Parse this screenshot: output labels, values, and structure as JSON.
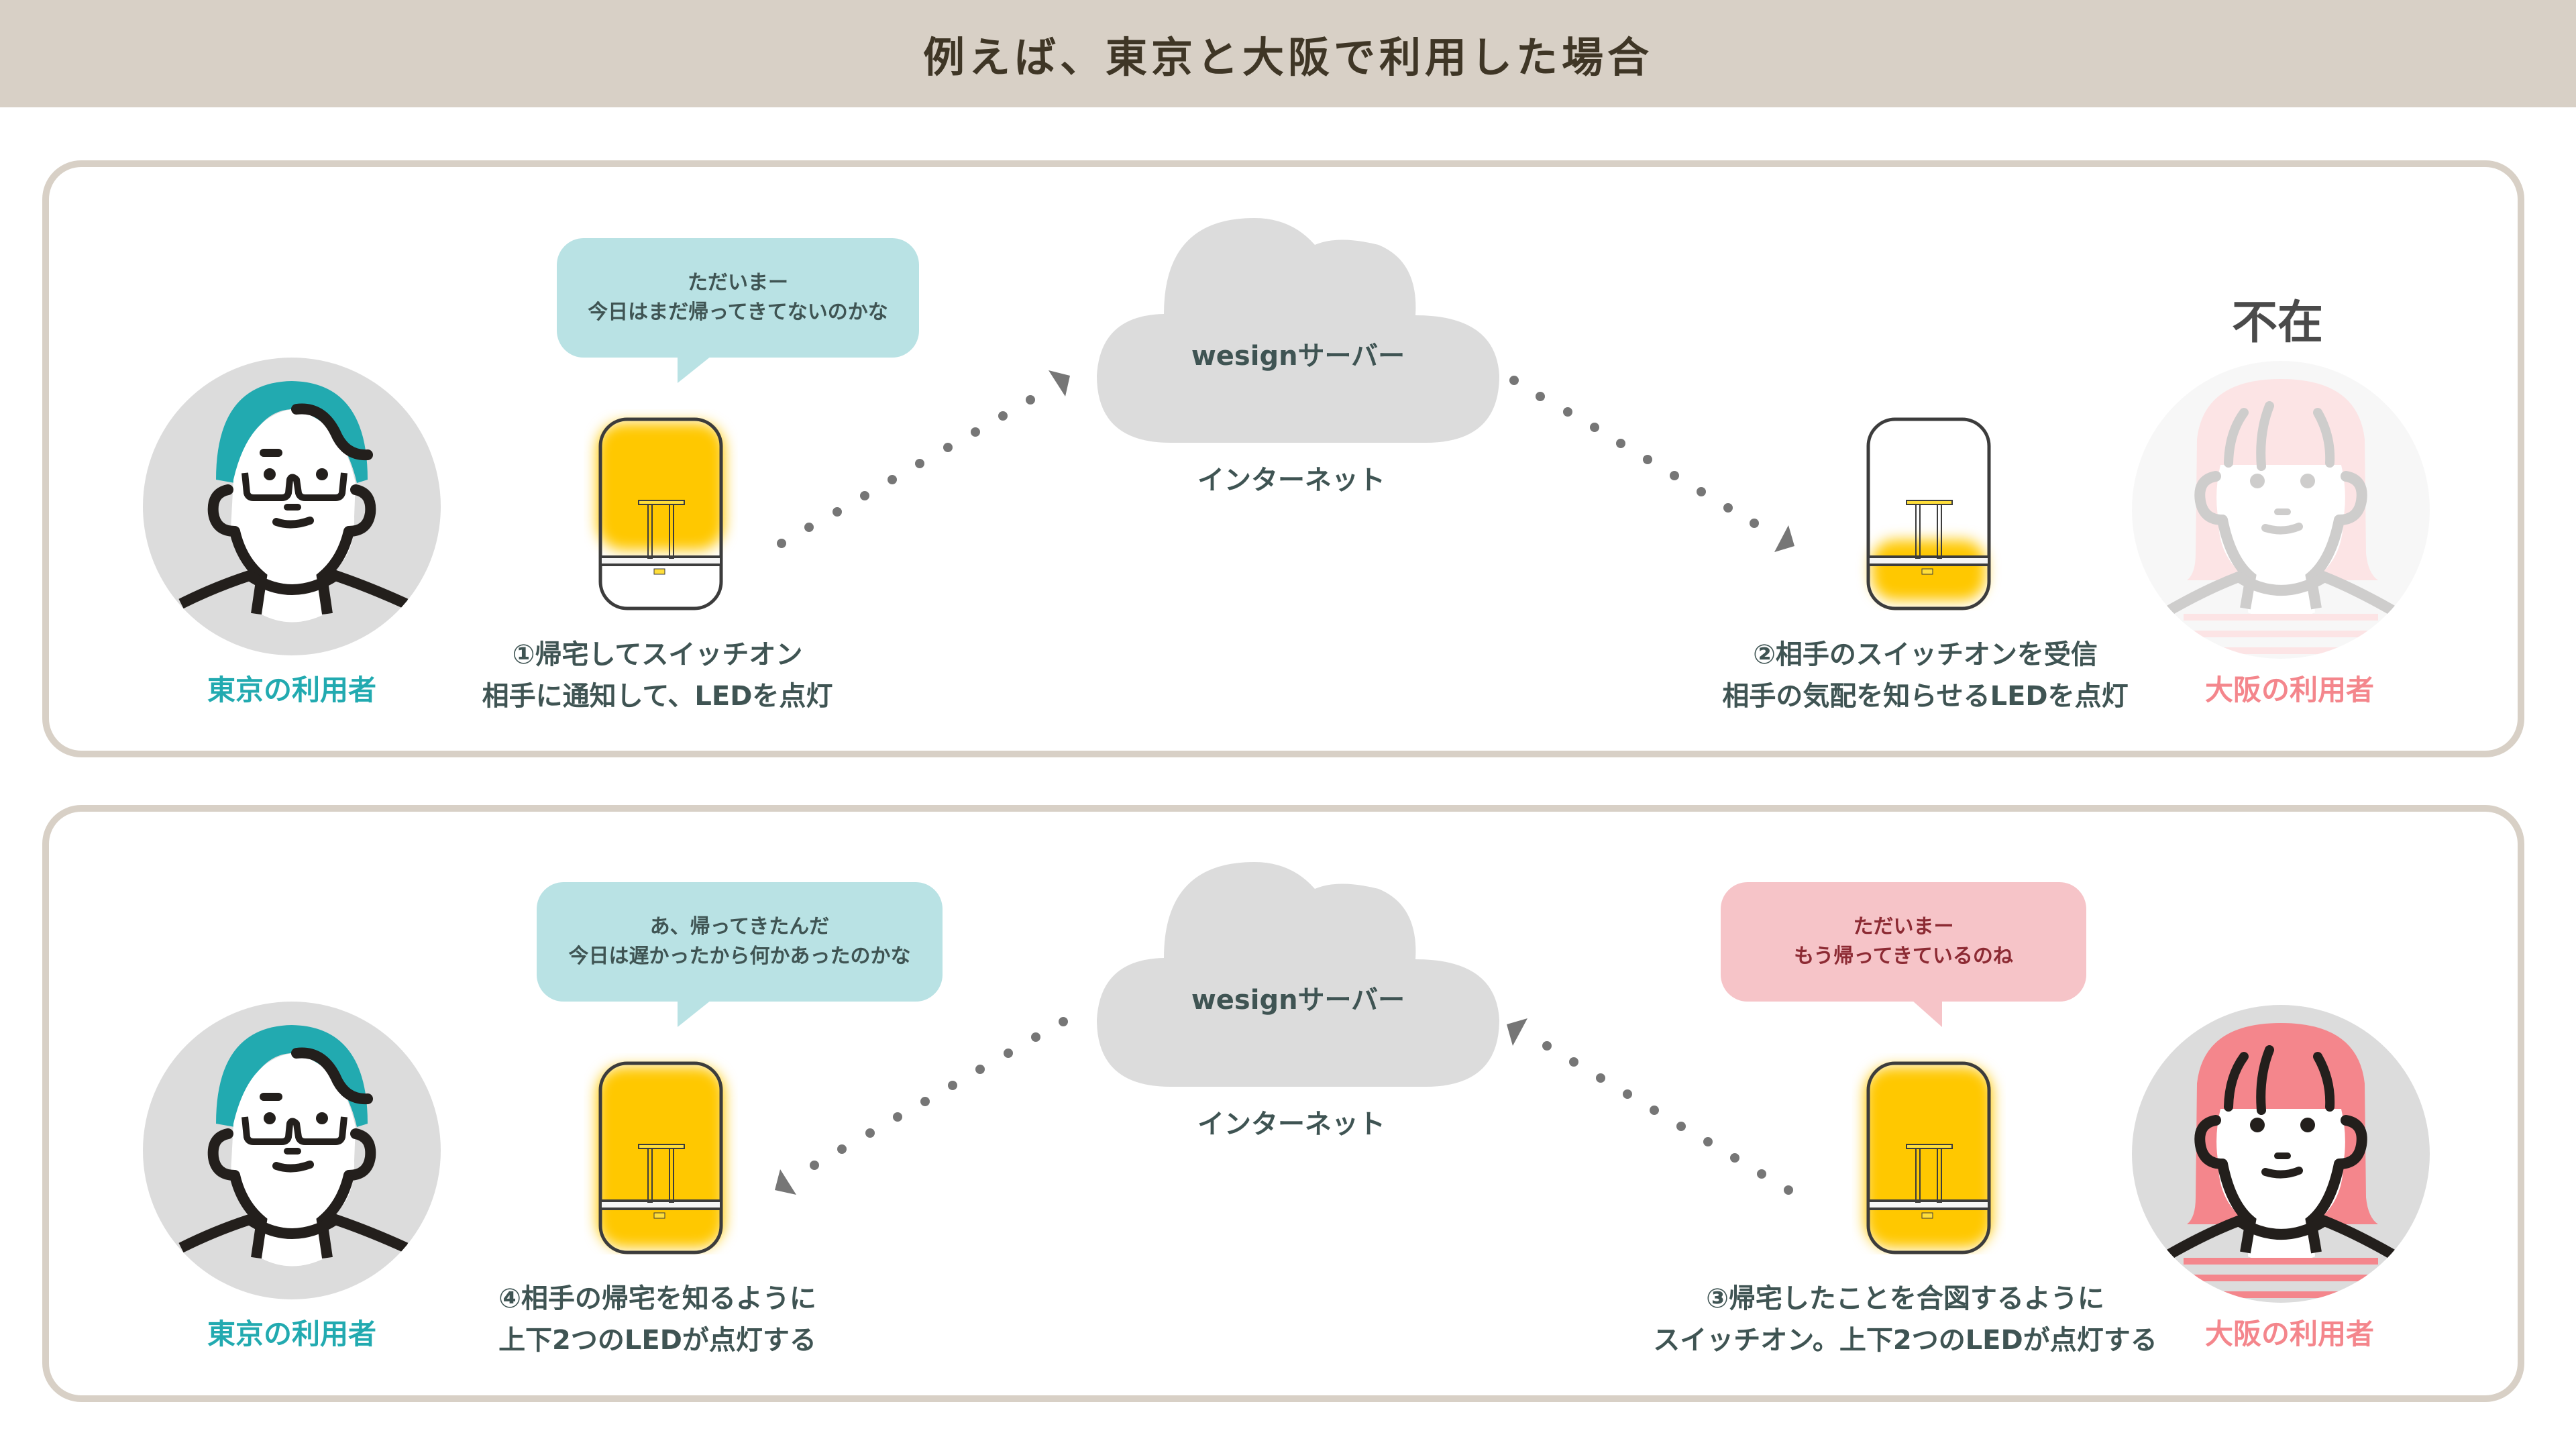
{
  "header": {
    "title": "例えば、東京と大阪で利用した場合"
  },
  "colors": {
    "header_bg": "#d8d0c6",
    "tokyo_accent": "#22aab0",
    "osaka_accent": "#f4868c",
    "bubble_blue": "#b9e2e4",
    "bubble_pink": "#f6c4c8",
    "led_yellow": "#ffc800",
    "text_dark": "#3f5453"
  },
  "scene_top": {
    "tokyo_user": {
      "label": "東京の利用者",
      "state": "present"
    },
    "tokyo_bubble": {
      "text": "ただいまー\n今日はまだ帰ってきてないのかな"
    },
    "tokyo_lamp": {
      "top_led": "on",
      "bottom_led": "off"
    },
    "tokyo_caption": "①帰宅してスイッチオン\n相手に通知して、LEDを点灯",
    "server": {
      "label": "wesignサーバー",
      "network": "インターネット"
    },
    "osaka_lamp": {
      "top_led": "off",
      "bottom_led": "on"
    },
    "osaka_caption": "②相手のスイッチオンを受信\n相手の気配を知らせるLEDを点灯",
    "osaka_user": {
      "label": "大阪の利用者",
      "state": "absent",
      "status_text": "不在"
    },
    "flow": [
      "tokyo_to_server",
      "server_to_osaka"
    ]
  },
  "scene_bottom": {
    "tokyo_user": {
      "label": "東京の利用者",
      "state": "present"
    },
    "tokyo_bubble": {
      "text": "あ、帰ってきたんだ\n今日は遅かったから何かあったのかな"
    },
    "tokyo_lamp": {
      "top_led": "on",
      "bottom_led": "on"
    },
    "tokyo_caption": "④相手の帰宅を知るように\n上下2つのLEDが点灯する",
    "server": {
      "label": "wesignサーバー",
      "network": "インターネット"
    },
    "osaka_bubble": {
      "text": "ただいまー\nもう帰ってきているのね"
    },
    "osaka_lamp": {
      "top_led": "on",
      "bottom_led": "on"
    },
    "osaka_caption": "③帰宅したことを合図するように\nスイッチオン。上下2つのLEDが点灯する",
    "osaka_user": {
      "label": "大阪の利用者",
      "state": "present"
    },
    "flow": [
      "osaka_to_server",
      "server_to_tokyo"
    ]
  }
}
